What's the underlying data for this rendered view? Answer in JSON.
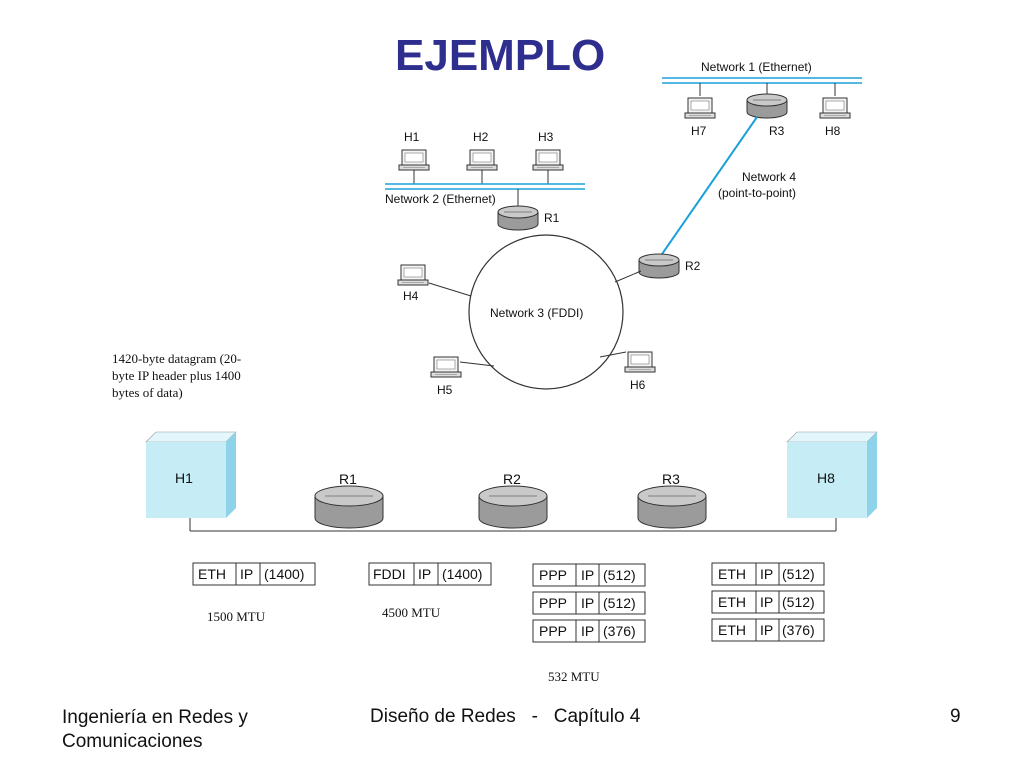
{
  "title": "EJEMPLO",
  "topology": {
    "network1": "Network 1 (Ethernet)",
    "network2": "Network 2 (Ethernet)",
    "network3": "Network 3 (FDDI)",
    "network4_line1": "Network 4",
    "network4_line2": "(point-to-point)",
    "hosts": [
      "H1",
      "H2",
      "H3",
      "H4",
      "H5",
      "H6",
      "H7",
      "H8"
    ],
    "routers": [
      "R1",
      "R2",
      "R3"
    ]
  },
  "datagram_note": [
    "1420-byte datagram (20-",
    "byte IP header plus 1400",
    "bytes of data)"
  ],
  "path": {
    "endpoints": [
      "H1",
      "H8"
    ],
    "routers": [
      "R1",
      "R2",
      "R3"
    ]
  },
  "packets": {
    "seg1": [
      [
        "ETH",
        "IP",
        "(1400)"
      ]
    ],
    "seg2": [
      [
        "FDDI",
        "IP",
        "(1400)"
      ]
    ],
    "seg3": [
      [
        "PPP",
        "IP",
        "(512)"
      ],
      [
        "PPP",
        "IP",
        "(512)"
      ],
      [
        "PPP",
        "IP",
        "(376)"
      ]
    ],
    "seg4": [
      [
        "ETH",
        "IP",
        "(512)"
      ],
      [
        "ETH",
        "IP",
        "(512)"
      ],
      [
        "ETH",
        "IP",
        "(376)"
      ]
    ]
  },
  "mtu": {
    "seg1": "1500 MTU",
    "seg2": "4500 MTU",
    "seg3": "532 MTU"
  },
  "footer": {
    "left_line1": "Ingeniería en Redes y",
    "left_line2": "Comunicaciones",
    "center": "Diseño de Redes   -   Capítulo 4",
    "page": "9"
  },
  "colors": {
    "title": "#2e2e8f",
    "cable": "#1aa0d8",
    "host_box": "#c6ecf6",
    "host_box_side": "#8fd3ea",
    "router": "#a9a9a9"
  }
}
